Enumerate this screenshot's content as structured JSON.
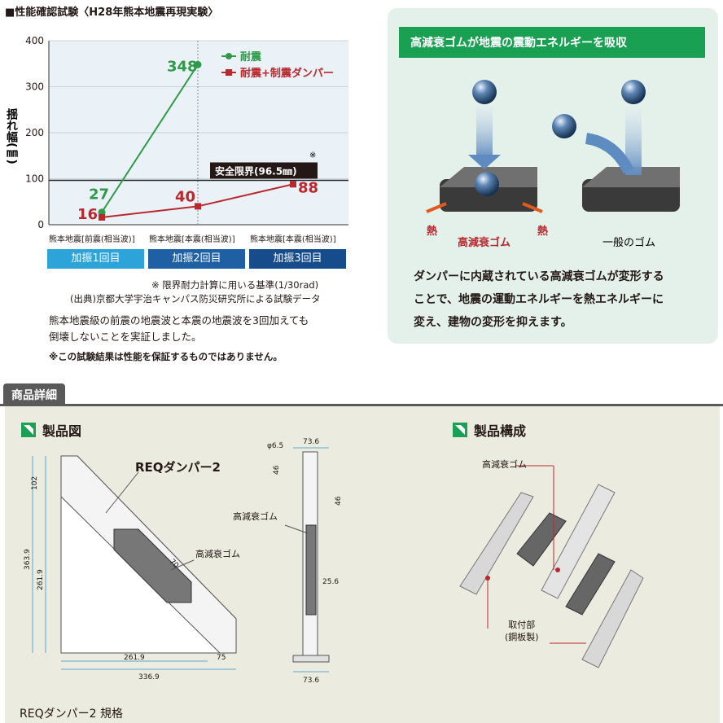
{
  "heading": "■性能確認試験〈H28年熊本地震再現実験〉",
  "chart_data": {
    "type": "line",
    "y_label": "揺れ幅(㎜)",
    "y_ticks": [
      "400",
      "300",
      "200",
      "100",
      "0"
    ],
    "ylim": [
      0,
      400
    ],
    "categories": [
      "熊本地震[前震(相当波)]",
      "熊本地震[本震(相当波)]",
      "熊本地震[本震(相当波)]"
    ],
    "category_buttons": [
      "加振1回目",
      "加振2回目",
      "加振3回目"
    ],
    "series": [
      {
        "name": "耐震",
        "color": "#2e9a4a",
        "values": [
          27,
          348,
          null
        ],
        "labels": [
          "27",
          "348",
          ""
        ]
      },
      {
        "name": "耐震+制震ダンパー",
        "color": "#b8282e",
        "values": [
          16,
          40,
          88
        ],
        "labels": [
          "16",
          "40",
          "88"
        ]
      }
    ],
    "safety_line": {
      "value": 96.5,
      "label": "安全限界(96.5㎜)",
      "mark": "※"
    },
    "grid": "horizontal"
  },
  "notes": {
    "basis": "※ 限界耐力計算に用いる基準(1/30rad)",
    "source": "(出典)京都大学宇治キャンパス防災研究所による試験データ",
    "body1": "熊本地震級の前震の地震波と本震の地震波を3回加えても",
    "body2": "倒壊しないことを実証しました。",
    "disclaimer": "※この試験結果は性能を保証するものではありません。"
  },
  "panel": {
    "title": "高減衰ゴムが地震の震動エネルギーを吸収",
    "heat_left": "熱",
    "heat_right": "熱",
    "rubber_label": "高減衰ゴム",
    "normal_rubber_label": "一般のゴム",
    "text1": "ダンパーに内蔵されている高減衰ゴムが変形する",
    "text2": "ことで、地震の運動エネルギーを熱エネルギーに",
    "text3": "変え、建物の変形を抑えます。"
  },
  "detail": {
    "tab": "商品詳細",
    "drawing_title": "製品図",
    "config_title": "製品構成",
    "product_name": "REQダンパー2",
    "rubber_label": "高減衰ゴム",
    "rubber_label2": "高減衰ゴム",
    "rubber_label3": "高減衰ゴム",
    "mount_label1": "取付部",
    "mount_label2": "(鋼板製)",
    "dims": {
      "d102": "102",
      "d3639": "363.9",
      "d2619v": "261.9",
      "d2619h": "261.9",
      "d75": "75",
      "d3369": "336.9",
      "d70": "70",
      "phi": "φ6.5",
      "d736a": "73.6",
      "d46a": "46",
      "d46b": "46",
      "d256": "25.6",
      "d736b": "73.6"
    },
    "spec_title": "REQダンパー2 規格"
  }
}
